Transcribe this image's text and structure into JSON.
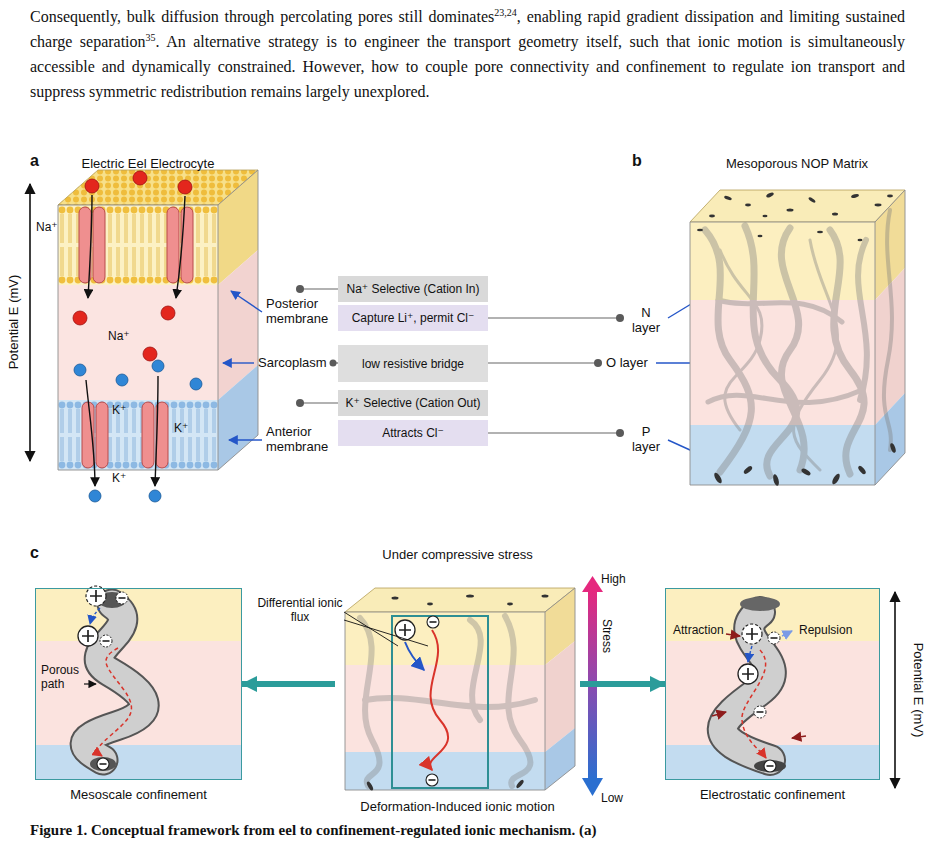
{
  "diagram": {
    "caption": "Figure 1. Conceptual framework from eel to confinement-regulated ionic mechanism. (a)",
    "nodes": [
      {
        "text": [
          "Na⁺ Selective (Cation In)"
        ]
      },
      {
        "text": [
          "Capture Li⁺, permit Cl⁻"
        ]
      },
      {
        "text": [
          "low resistive bridge"
        ]
      },
      {
        "text": [
          "K⁺ Selective (Cation Out)"
        ]
      },
      {
        "text": [
          "Attracts Cl⁻"
        ]
      },
      {
        "text": [
          "Porous path",
          "Mesoscale confinement"
        ]
      },
      {
        "text": [
          "Under compressive stress",
          "Deformation-Induced ionic motion"
        ]
      },
      {
        "text": [
          "Attraction",
          "Repulsion",
          "Electrostatic confinement"
        ]
      }
    ],
    "edges": [
      {
        "from": 6,
        "to": 5,
        "arrow": "to"
      },
      {
        "from": 6,
        "to": 7,
        "arrow": "to"
      }
    ],
    "labels": [
      "Consequently, bulk diffusion through percolating pores still dominates",
      "23,24",
      ", enabling rapid gradient dissipation and limiting sustained charge separation",
      "35",
      ". An alternative strategy is to engineer the transport geometry itself, such that ionic motion is simultaneously accessible and dynamically constrained. However, how to couple pore connectivity and confinement to regulate ion transport and suppress symmetric redistribution remains largely unexplored.",
      "a",
      "Electric Eel Electrocyte",
      "Na⁺",
      "Na⁺",
      "K⁺",
      "K⁺",
      "K⁺",
      "Potential E (mV)",
      "Posterior membrane",
      "Sarcoplasm",
      "Anterior membrane",
      "b",
      "Mesoporous NOP Matrix",
      "N layer",
      "O layer",
      "P layer",
      "c",
      "Differential ionic flux",
      "High",
      "Stress",
      "Low",
      "Potential E (mV)"
    ]
  }
}
